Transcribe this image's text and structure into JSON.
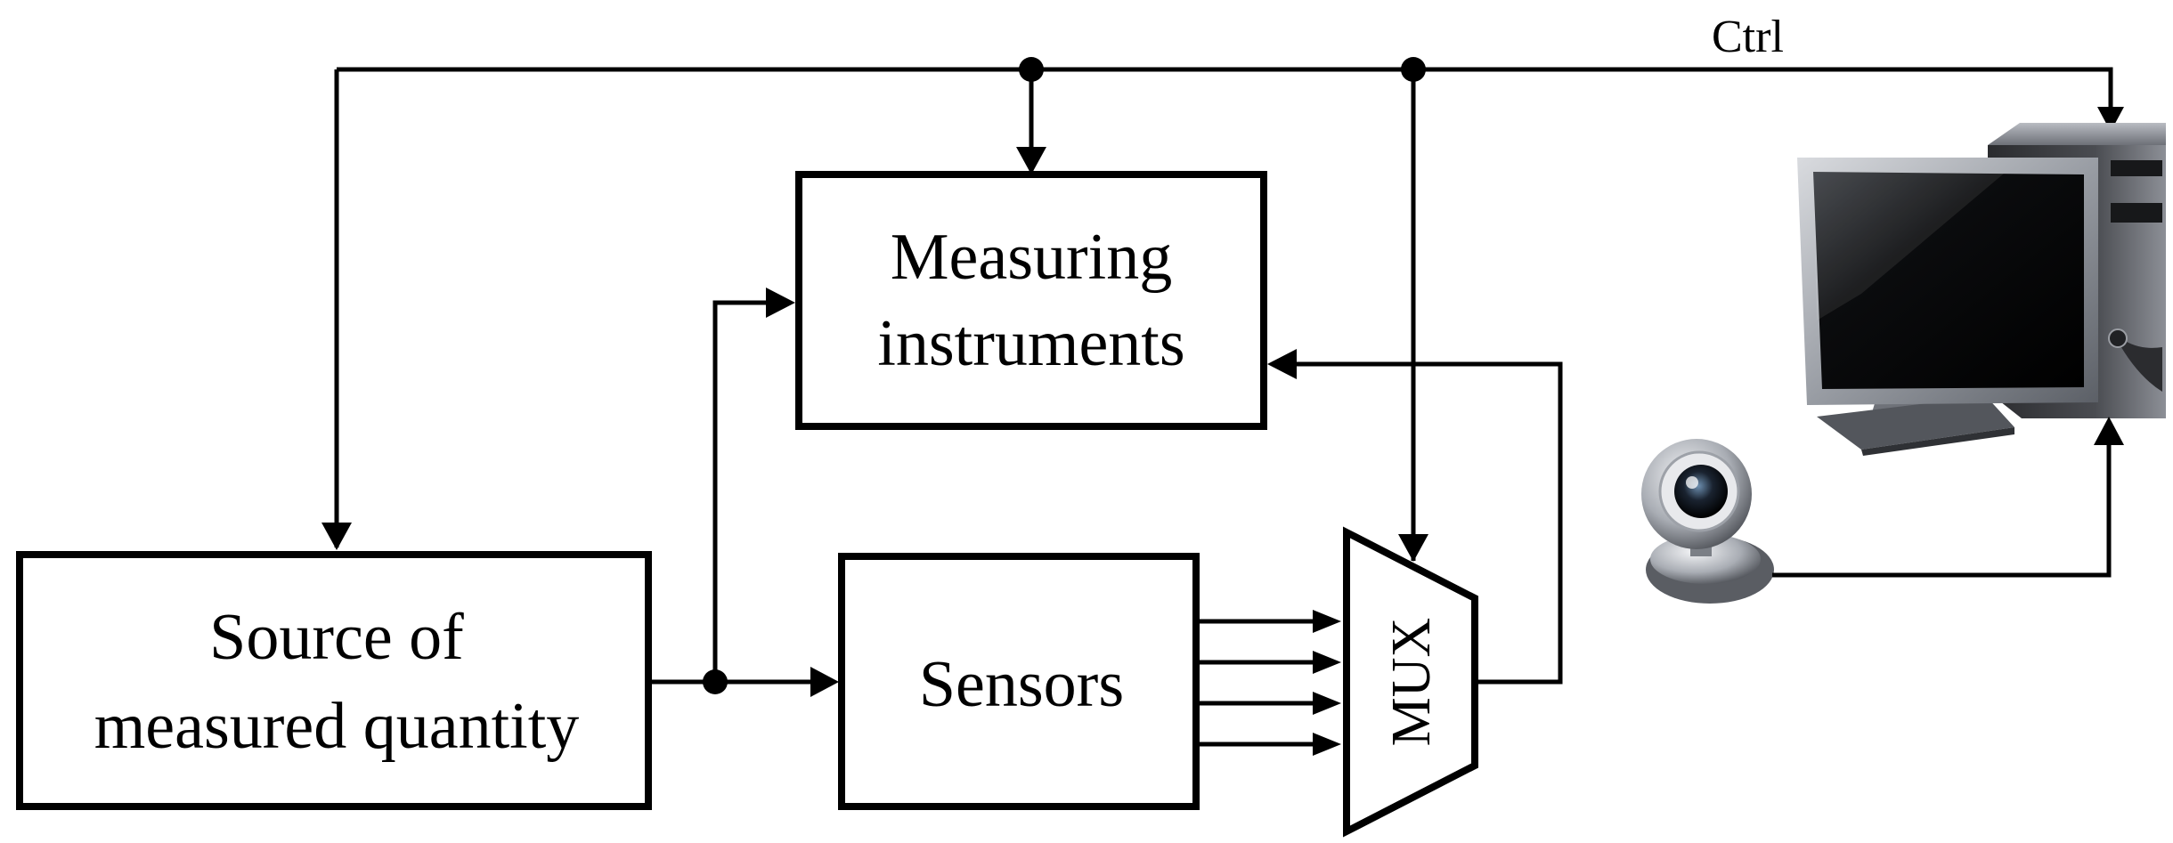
{
  "blocks": {
    "source": {
      "line1": "Source of",
      "line2": "measured quantity"
    },
    "instruments": {
      "line1": "Measuring",
      "line2": "instruments"
    },
    "sensors": {
      "label": "Sensors"
    },
    "mux": {
      "label": "MUX"
    }
  },
  "signals": {
    "control": "Ctrl"
  },
  "icons": {
    "computer": "desktop-computer-icon",
    "camera": "webcam-icon"
  },
  "colors": {
    "line": "#000000",
    "background": "#ffffff"
  }
}
